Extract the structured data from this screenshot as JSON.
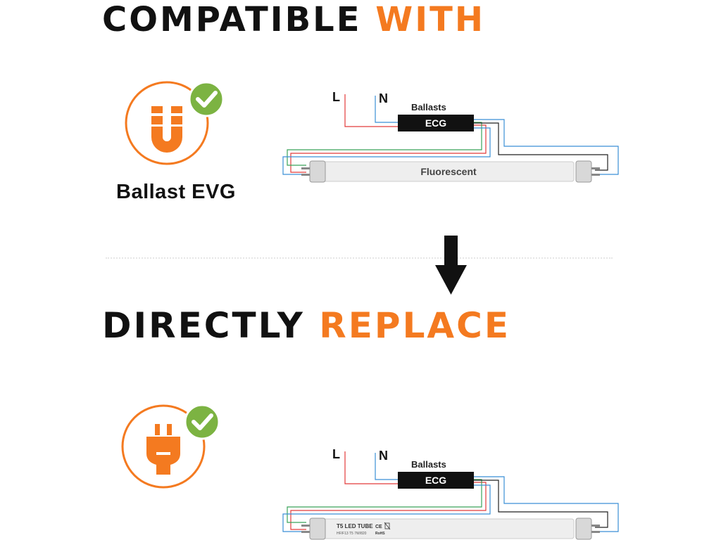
{
  "heading_top": {
    "dark": "COMPATIBLE",
    "accent": "WITH"
  },
  "heading_bottom": {
    "dark": "DIRECTLY",
    "accent": "REPLACE"
  },
  "ballast_label": "Ballast EVG",
  "diagram_top": {
    "line_label": "L",
    "neutral_label": "N",
    "ballasts_label": "Ballasts",
    "ecg_label": "ECG",
    "tube_label": "Fluorescent"
  },
  "diagram_bottom": {
    "line_label": "L",
    "neutral_label": "N",
    "ballasts_label": "Ballasts",
    "ecg_label": "ECG",
    "tube_label": "T5 LED TUBE",
    "tube_sublabel": "HF/F13 T5 7W/820",
    "ce_mark": "CE",
    "rohs_mark": "RoHS"
  },
  "colors": {
    "accent": "#f47a20",
    "check": "#7cb342",
    "wire_red": "#e23b3b",
    "wire_blue": "#3b8fd6",
    "wire_green": "#3aa35a",
    "wire_black": "#222222"
  },
  "icons": {
    "magnet": "magnet-icon",
    "plug": "plug-icon",
    "check": "check-icon",
    "arrow": "arrow-down-icon"
  }
}
